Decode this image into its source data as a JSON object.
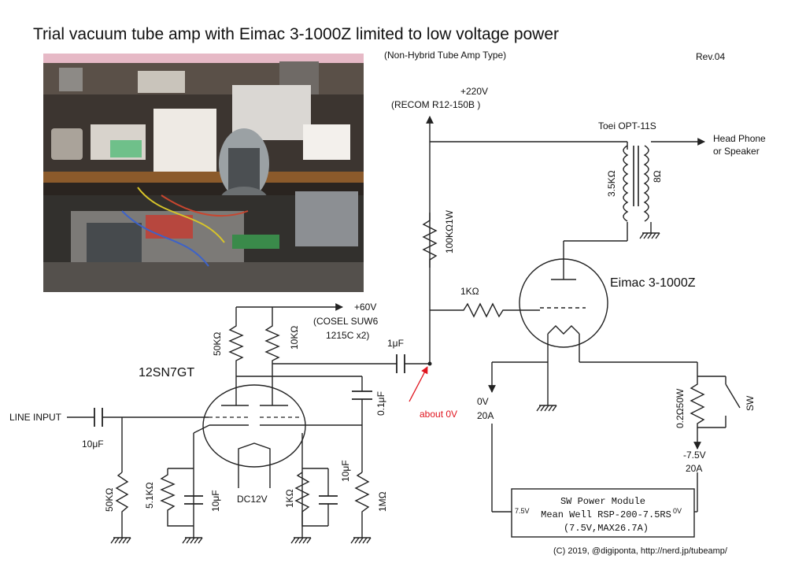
{
  "title": "Trial vacuum tube amp with Eimac 3-1000Z limited to low voltage power",
  "subtitle": "(Non-Hybrid Tube Amp Type)",
  "revision": "Rev.04",
  "copyright": "(C) 2019, @digiponta, http://nerd.jp/tubeamp/",
  "supplies": {
    "hv_voltage": "+220V",
    "hv_module": "(RECOM R12-150B )",
    "lv_voltage": "+60V",
    "lv_module_1": "(COSEL SUW6",
    "lv_module_2": "1215C x2)"
  },
  "transformer": {
    "name": "Toei OPT-11S",
    "primary": "3.5KΩ",
    "secondary": "8Ω"
  },
  "output": {
    "line1": "Head Phone",
    "line2": "or Speaker"
  },
  "tubes": {
    "power": "Eimac 3-1000Z",
    "driver": "12SN7GT"
  },
  "components": {
    "r_plate_hv": "100KΩ1W",
    "r_grid": "1KΩ",
    "r_plate1": "50KΩ",
    "r_plate2": "10KΩ",
    "c_couple": "1μF",
    "c_bypass": "0.1μF",
    "line_input": "LINE INPUT",
    "c_input": "10μF",
    "r_input": "50KΩ",
    "r_cath1": "5.1KΩ",
    "c_cath1": "10μF",
    "heater": "DC12V",
    "r_cath2": "1KΩ",
    "c_cath2": "10μF",
    "r_grid2": "1MΩ",
    "r_shunt": "0.2Ω50W",
    "switch": "SW"
  },
  "annotations": {
    "about_0v": "about 0V",
    "zero_v": "0V",
    "zero_a": "20A",
    "neg_v": "-7.5V",
    "neg_a": "20A"
  },
  "power_module": {
    "line1": "SW Power Module",
    "line2": "Mean Well RSP-200-7.5RS",
    "line3": "(7.5V,MAX26.7A)",
    "left_terminal": "7.5V",
    "right_terminal": "0V"
  },
  "colors": {
    "annotation_red": "#e0141e",
    "wire": "#222222"
  }
}
